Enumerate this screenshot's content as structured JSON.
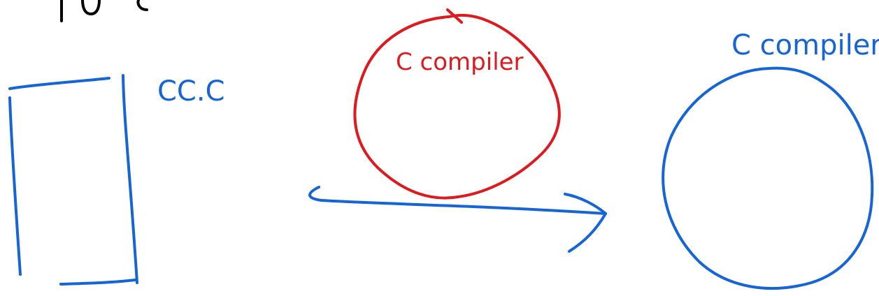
{
  "colors": {
    "ink_black": "#000000",
    "ink_blue": "#1565d8",
    "ink_red": "#e0191e",
    "background": "#ffffff"
  },
  "labels": {
    "source_file": "CC.C",
    "compiler_in": "C compiler",
    "compiler_out": "C compiler"
  }
}
